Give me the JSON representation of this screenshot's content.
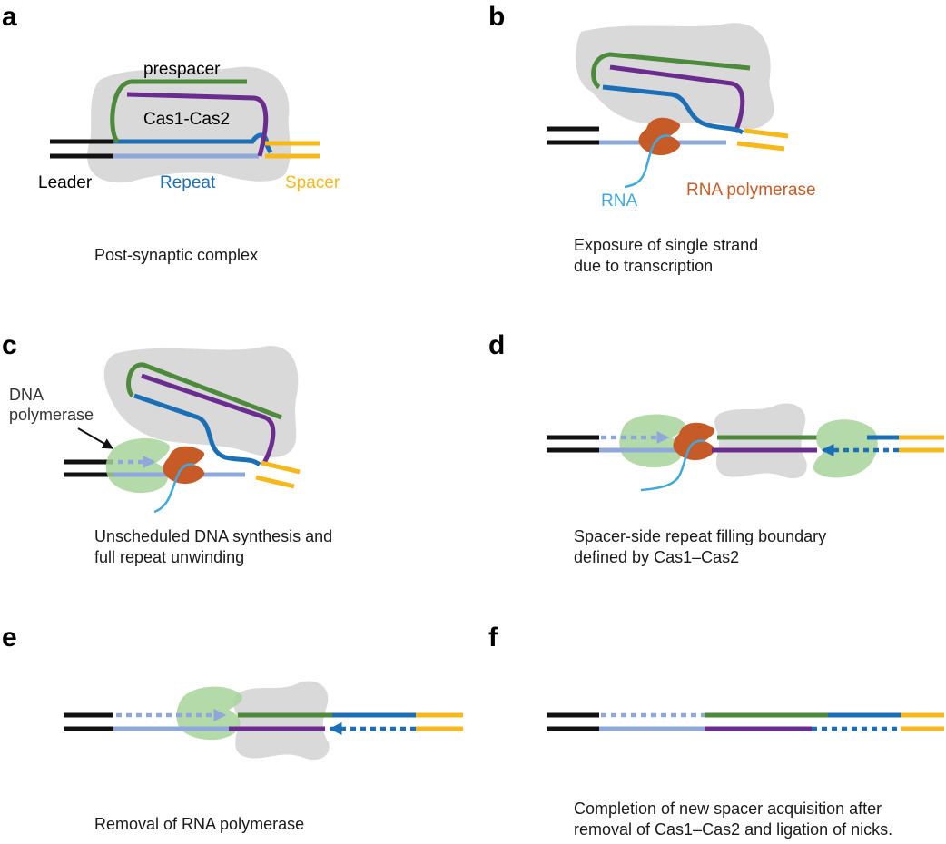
{
  "panels": [
    {
      "letter": "a",
      "captions": [
        "Post-synaptic complex"
      ]
    },
    {
      "letter": "b",
      "captions": [
        "Exposure of single strand",
        "due to transcription"
      ]
    },
    {
      "letter": "c",
      "captions": [
        "Unscheduled DNA synthesis and",
        "full repeat unwinding"
      ]
    },
    {
      "letter": "d",
      "captions": [
        "Spacer-side repeat filling boundary",
        "defined by Cas1–Cas2"
      ]
    },
    {
      "letter": "e",
      "captions": [
        "Removal of RNA polymerase"
      ]
    },
    {
      "letter": "f",
      "captions": [
        "Completion of new spacer acquisition after",
        "removal of Cas1–Cas2 and ligation of nicks."
      ]
    }
  ],
  "labels": {
    "prespacer": "prespacer",
    "cas_complex": "Cas1-Cas2",
    "leader": "Leader",
    "repeat": "Repeat",
    "spacer": "Spacer",
    "rna": "RNA",
    "rna_polymerase": "RNA polymerase",
    "dna_polymerase_line1": "DNA",
    "dna_polymerase_line2": "polymerase"
  },
  "colors": {
    "leader": "#111111",
    "repeat_top": "#1b6fb7",
    "repeat_bottom": "#8fa8da",
    "spacer": "#f6b919",
    "prespacer_green": "#4e8a3c",
    "prespacer_purple": "#6a2d8f",
    "rna": "#3fa8dc",
    "rna_polymerase": "#c75b27",
    "dna_polymerase": "#a7d49a",
    "cas_complex": "#d9d9d9"
  }
}
